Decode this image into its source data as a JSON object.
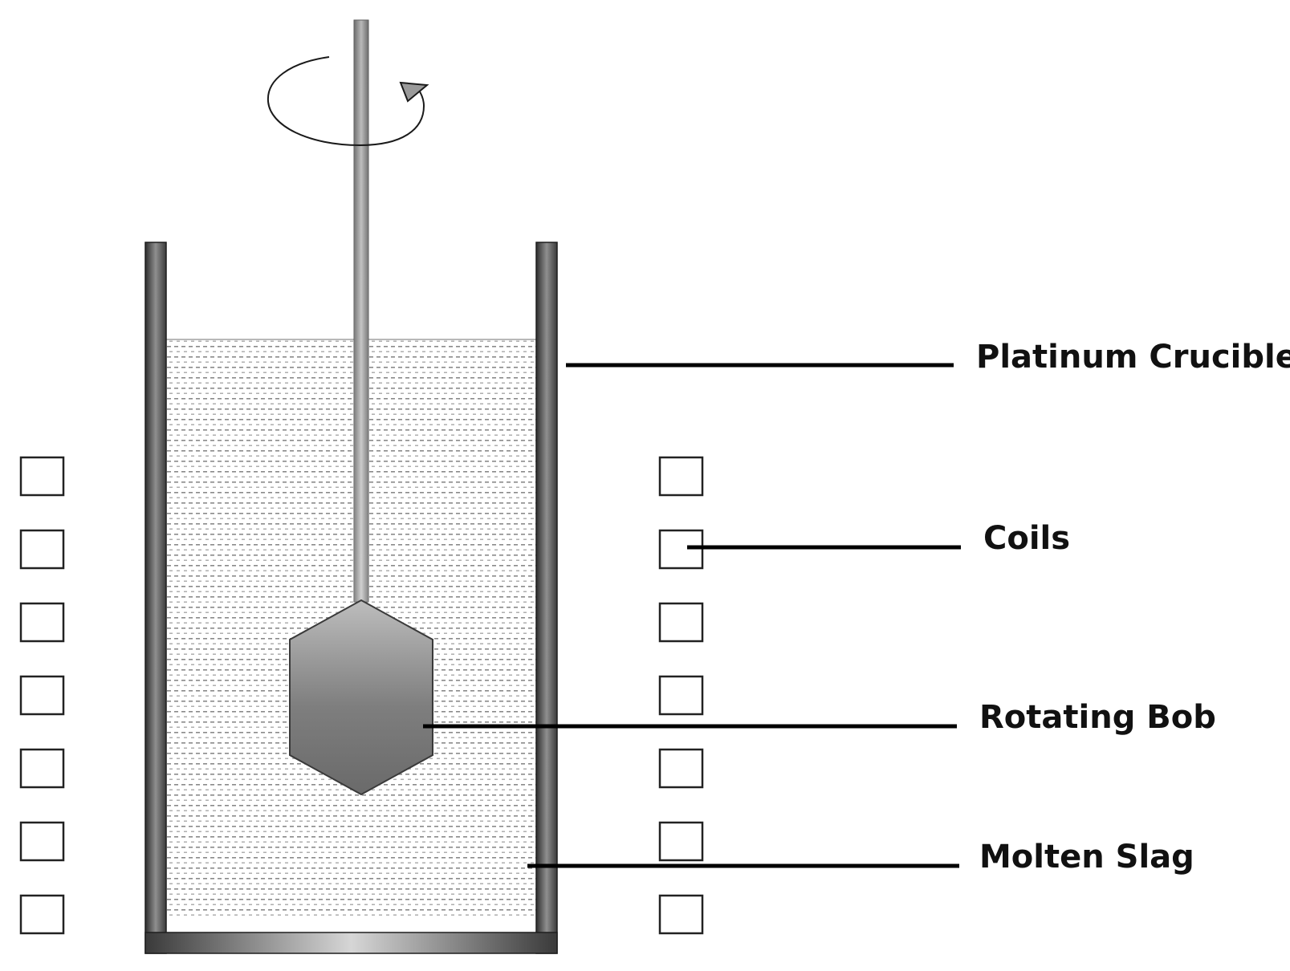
{
  "diagram": {
    "labels": {
      "crucible": "Platinum Crucible",
      "coils": "Coils",
      "bob": "Rotating Bob",
      "slag": "Molten Slag"
    },
    "rotation_indicator": "counter-clockwise rotation arrow",
    "coil_count_per_side": 7
  },
  "colors": {
    "crucible_dark": "#3a3a3a",
    "crucible_light": "#9a9a9a",
    "slag_dots": "#8a8a8a",
    "coil_outline": "#222222",
    "leader_line": "#000000"
  }
}
